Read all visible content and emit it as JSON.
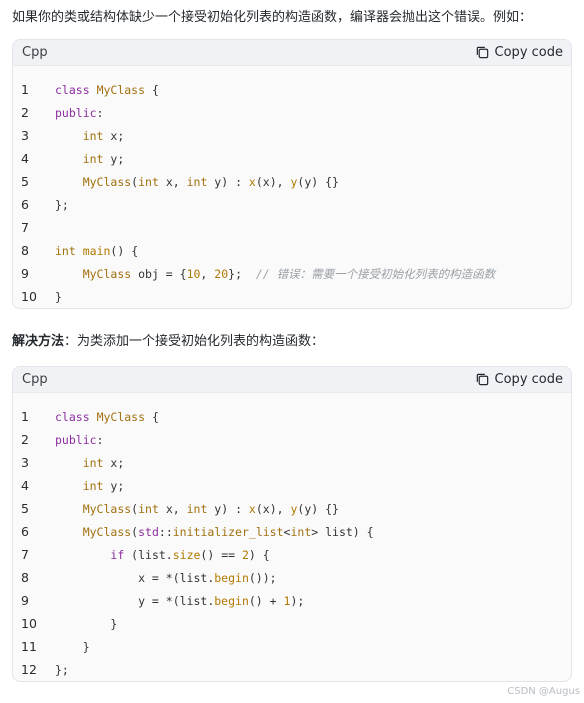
{
  "intro_text": "如果你的类或结构体缺少一个接受初始化列表的构造函数，编译器会抛出这个错误。例如：",
  "solution_label": "解决方法",
  "solution_text": "：为类添加一个接受初始化列表的构造函数：",
  "code_block_1": {
    "language": "Cpp",
    "copy_label": "Copy code",
    "line_numbers": [
      "1",
      "2",
      "3",
      "4",
      "5",
      "6",
      "7",
      "8",
      "9",
      "10"
    ],
    "lines": [
      "class MyClass {",
      "public:",
      "    int x;",
      "    int y;",
      "    MyClass(int x, int y) : x(x), y(y) {}",
      "};",
      "",
      "int main() {",
      "    MyClass obj = {10, 20};  // 错误：需要一个接受初始化列表的构造函数",
      "}"
    ]
  },
  "code_block_2": {
    "language": "Cpp",
    "copy_label": "Copy code",
    "line_numbers": [
      "1",
      "2",
      "3",
      "4",
      "5",
      "6",
      "7",
      "8",
      "9",
      "10",
      "11",
      "12"
    ],
    "lines": [
      "class MyClass {",
      "public:",
      "    int x;",
      "    int y;",
      "    MyClass(int x, int y) : x(x), y(y) {}",
      "    MyClass(std::initializer_list<int> list) {",
      "        if (list.size() == 2) {",
      "            x = *(list.begin());",
      "            y = *(list.begin() + 1);",
      "        }",
      "    }",
      "};"
    ]
  },
  "watermark": "CSDN @Augus",
  "colors": {
    "keyword": "#8d2fa0",
    "type": "#a0700e",
    "function": "#b07a00",
    "comment": "#9aa0a6",
    "header_bg": "#f1f2f6"
  }
}
